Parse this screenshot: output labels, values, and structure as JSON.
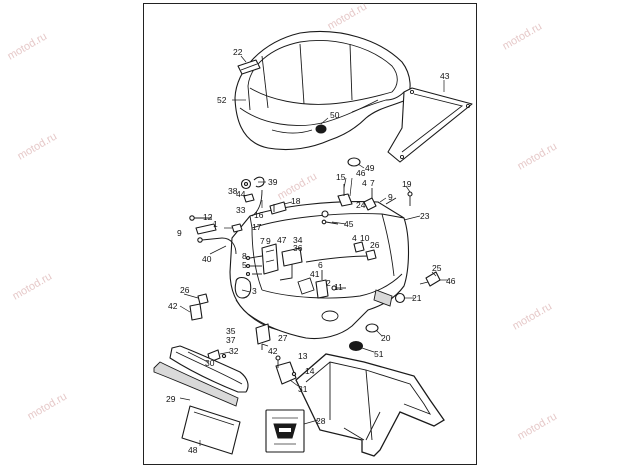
{
  "watermark": "motod.ru",
  "callouts": [
    {
      "id": "c22",
      "label": "22"
    },
    {
      "id": "c43",
      "label": "43"
    },
    {
      "id": "c52",
      "label": "52"
    },
    {
      "id": "c50",
      "label": "50"
    },
    {
      "id": "c49",
      "label": "49"
    },
    {
      "id": "c15",
      "label": "15"
    },
    {
      "id": "c46a",
      "label": "46"
    },
    {
      "id": "c4a",
      "label": "4"
    },
    {
      "id": "c7",
      "label": "7"
    },
    {
      "id": "c38",
      "label": "38"
    },
    {
      "id": "c39",
      "label": "39"
    },
    {
      "id": "c44",
      "label": "44"
    },
    {
      "id": "c19",
      "label": "19"
    },
    {
      "id": "c9a",
      "label": "9"
    },
    {
      "id": "c24",
      "label": "24"
    },
    {
      "id": "c18",
      "label": "18"
    },
    {
      "id": "c33",
      "label": "33"
    },
    {
      "id": "c16",
      "label": "16"
    },
    {
      "id": "c12",
      "label": "12"
    },
    {
      "id": "c1",
      "label": "1"
    },
    {
      "id": "c9b",
      "label": "9"
    },
    {
      "id": "c17",
      "label": "17"
    },
    {
      "id": "c23",
      "label": "23"
    },
    {
      "id": "c45",
      "label": "45"
    },
    {
      "id": "c4b",
      "label": "4"
    },
    {
      "id": "c10",
      "label": "10"
    },
    {
      "id": "c26a",
      "label": "26"
    },
    {
      "id": "c7b",
      "label": "7"
    },
    {
      "id": "c9c",
      "label": "9"
    },
    {
      "id": "c47",
      "label": "47"
    },
    {
      "id": "c34",
      "label": "34"
    },
    {
      "id": "c36",
      "label": "36"
    },
    {
      "id": "c40",
      "label": "40"
    },
    {
      "id": "c8",
      "label": "8"
    },
    {
      "id": "c5",
      "label": "5"
    },
    {
      "id": "c6",
      "label": "6"
    },
    {
      "id": "c41",
      "label": "41"
    },
    {
      "id": "c2",
      "label": "2"
    },
    {
      "id": "c11",
      "label": "11"
    },
    {
      "id": "c25",
      "label": "25"
    },
    {
      "id": "c46b",
      "label": "46"
    },
    {
      "id": "c26b",
      "label": "26"
    },
    {
      "id": "c3",
      "label": "3"
    },
    {
      "id": "c21",
      "label": "21"
    },
    {
      "id": "c42a",
      "label": "42"
    },
    {
      "id": "c20",
      "label": "20"
    },
    {
      "id": "c35",
      "label": "35"
    },
    {
      "id": "c37",
      "label": "37"
    },
    {
      "id": "c32",
      "label": "32"
    },
    {
      "id": "c27",
      "label": "27"
    },
    {
      "id": "c42b",
      "label": "42"
    },
    {
      "id": "c51",
      "label": "51"
    },
    {
      "id": "c30",
      "label": "30"
    },
    {
      "id": "c13",
      "label": "13"
    },
    {
      "id": "c14",
      "label": "14"
    },
    {
      "id": "c31",
      "label": "31"
    },
    {
      "id": "c29",
      "label": "29"
    },
    {
      "id": "c28",
      "label": "28"
    },
    {
      "id": "c48",
      "label": "48"
    }
  ]
}
